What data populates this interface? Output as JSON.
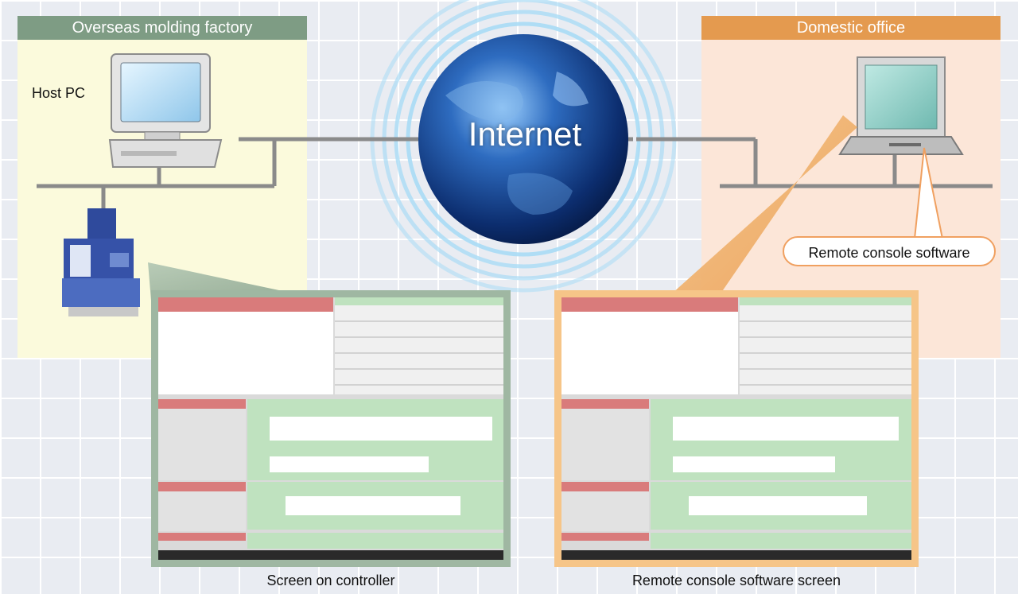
{
  "left_panel": {
    "title": "Overseas molding factory",
    "host_label": "Host PC"
  },
  "right_panel": {
    "title": "Domestic office",
    "callout": "Remote console software"
  },
  "center": {
    "label": "Internet"
  },
  "captions": {
    "left": "Screen on controller",
    "right": "Remote console software screen"
  },
  "colors": {
    "left_header": "#7e9c84",
    "left_panel_bg": "#fbfadc",
    "right_header": "#e49a4f",
    "right_panel_bg": "#fce6d8",
    "network_line": "#8a8a8a",
    "globe": "#1f4f9e"
  }
}
